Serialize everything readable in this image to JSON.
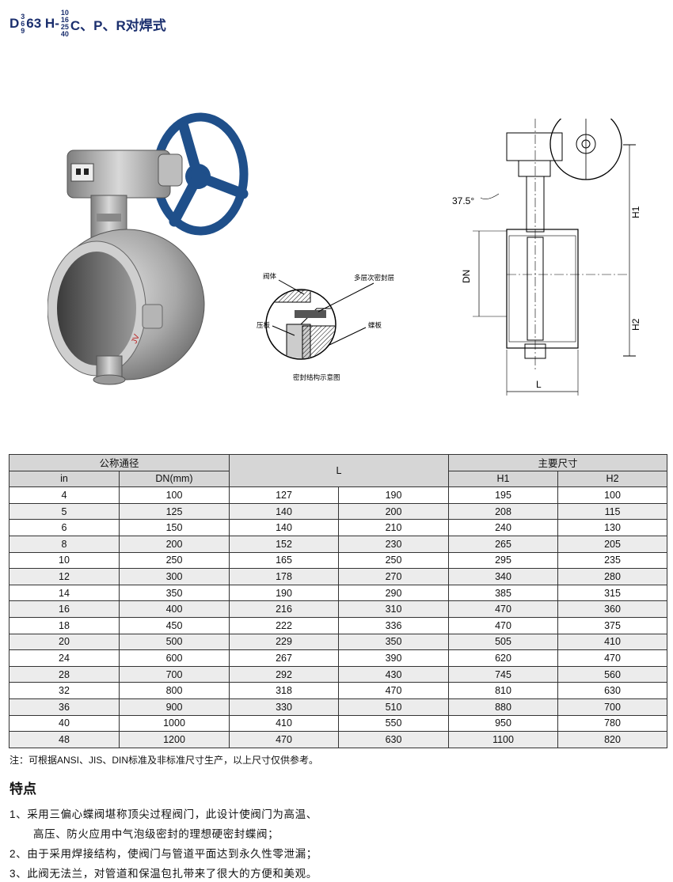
{
  "title": {
    "prefix": "D",
    "stack1": [
      "3",
      "6",
      "9"
    ],
    "mid": "63 H-",
    "stack2": [
      "10",
      "16",
      "25",
      "40"
    ],
    "suffix": "C、P、R对焊式"
  },
  "detail_diagram": {
    "label_body": "阀体",
    "label_seal": "多层次密封层",
    "label_plate": "压板",
    "label_disc": "蝶板",
    "caption": "密封结构示意图"
  },
  "drawing": {
    "angle": "37.5°",
    "h1": "H1",
    "h2": "H2",
    "dn": "DN",
    "l": "L"
  },
  "table": {
    "header_nominal": "公称通径",
    "header_l": "L",
    "header_main": "主要尺寸",
    "header_in": "in",
    "header_dn": "DN(mm)",
    "header_h1": "H1",
    "header_h2": "H2",
    "rows": [
      [
        "4",
        "100",
        "127",
        "190",
        "195",
        "100"
      ],
      [
        "5",
        "125",
        "140",
        "200",
        "208",
        "115"
      ],
      [
        "6",
        "150",
        "140",
        "210",
        "240",
        "130"
      ],
      [
        "8",
        "200",
        "152",
        "230",
        "265",
        "205"
      ],
      [
        "10",
        "250",
        "165",
        "250",
        "295",
        "235"
      ],
      [
        "12",
        "300",
        "178",
        "270",
        "340",
        "280"
      ],
      [
        "14",
        "350",
        "190",
        "290",
        "385",
        "315"
      ],
      [
        "16",
        "400",
        "216",
        "310",
        "470",
        "360"
      ],
      [
        "18",
        "450",
        "222",
        "336",
        "470",
        "375"
      ],
      [
        "20",
        "500",
        "229",
        "350",
        "505",
        "410"
      ],
      [
        "24",
        "600",
        "267",
        "390",
        "620",
        "470"
      ],
      [
        "28",
        "700",
        "292",
        "430",
        "745",
        "560"
      ],
      [
        "32",
        "800",
        "318",
        "470",
        "810",
        "630"
      ],
      [
        "36",
        "900",
        "330",
        "510",
        "880",
        "700"
      ],
      [
        "40",
        "1000",
        "410",
        "550",
        "950",
        "780"
      ],
      [
        "48",
        "1200",
        "470",
        "630",
        "1100",
        "820"
      ]
    ]
  },
  "note": "注：可根据ANSI、JIS、DIN标准及非标准尺寸生产，以上尺寸仅供参考。",
  "features_title": "特点",
  "features": [
    "1、采用三偏心蝶阀堪称顶尖过程阀门，此设计使阀门为高温、",
    "   高压、防火应用中气泡级密封的理想硬密封蝶阀；",
    "2、由于采用焊接结构，使阀门与管道平面达到永久性零泄漏；",
    "3、此阀无法兰，对管道和保温包扎带来了很大的方便和美观。"
  ]
}
